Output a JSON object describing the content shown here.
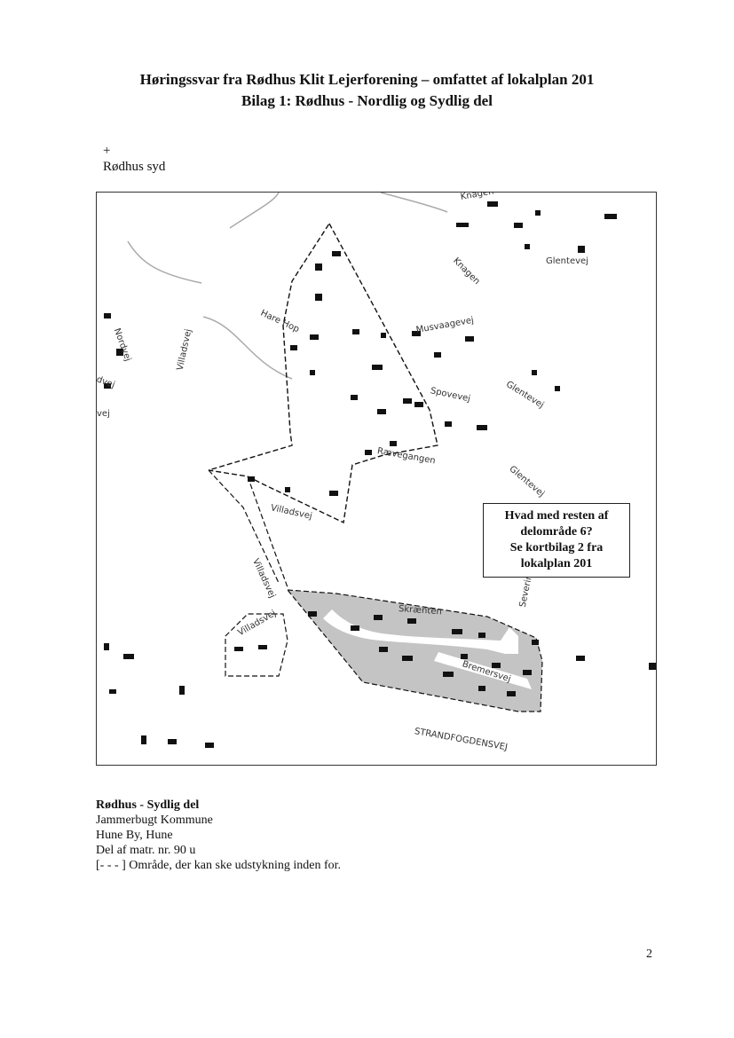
{
  "header": {
    "title_line1": "Høringssvar fra Rødhus Klit Lejerforening – omfattet af lokalplan 201",
    "title_line2": "Bilag 1: Rødhus - Nordlig og Sydlig del"
  },
  "plus_mark": "+",
  "section_label": "Rødhus syd",
  "map": {
    "streets": {
      "knagen_top": "Knagen",
      "knagen": "Knagen",
      "glentevej_1": "Glentevej",
      "glentevej_2": "Glentevej",
      "glentevej_3": "Glentevej",
      "haregop": "Hare Hop",
      "musvaagevej": "Musvaagevej",
      "spovevej": "Spovevej",
      "raevegangen": "Rævegangen",
      "villadsvej_1": "Villadsvej",
      "villadsvej_2": "Villadsvej",
      "villadsvej_3": "Villadsvej",
      "villadsvej_4": "Villadsvej",
      "nordvej": "Nordvej",
      "dvej": "dvej",
      "vej": "vej",
      "skraenten": "Skrænten",
      "bremersvej": "Bremersvej",
      "severinsvej": "Severinsvej",
      "strandfogedensvej": "STRANDFOGDENSVEJ"
    },
    "callout": {
      "line1": "Hvad med resten af",
      "line2": "delområde 6?",
      "line3": "Se kortbilag 2 fra",
      "line4": "lokalplan 201"
    }
  },
  "footer": {
    "heading": "Rødhus - Sydlig del",
    "line1": "Jammerbugt Kommune",
    "line2": "Hune By, Hune",
    "line3": "Del af matr. nr. 90 u",
    "line4": "[- - - ] Område, der kan ske udstykning inden for."
  },
  "page_number": "2"
}
